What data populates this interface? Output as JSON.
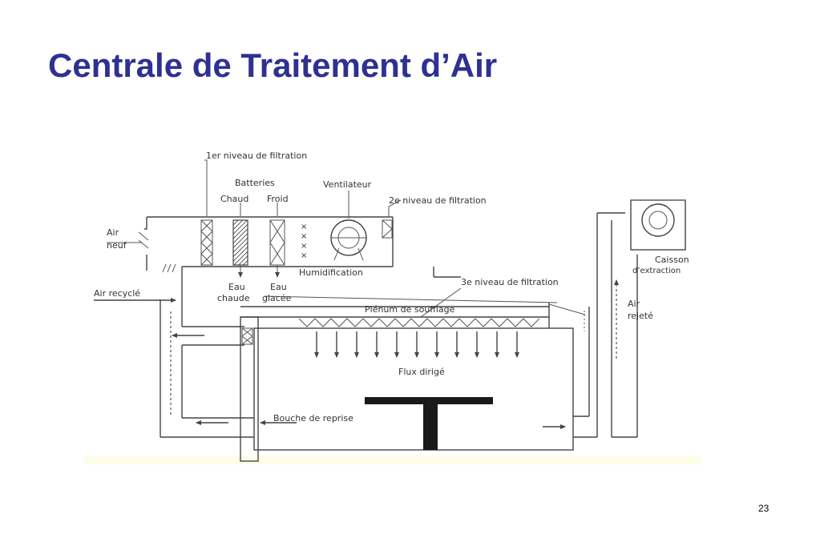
{
  "slide": {
    "title": "Centrale de Traitement d’Air",
    "page_number": "23"
  },
  "colors": {
    "title": "#2e3192",
    "figure_background": "#fdfde8",
    "line": "#444444"
  },
  "diagram": {
    "labels": {
      "filtration_1": "1er niveau de filtration",
      "batteries": "Batteries",
      "chaud": "Chaud",
      "froid": "Froid",
      "ventilateur": "Ventilateur",
      "filtration_2": "2e niveau de filtration",
      "air_neuf_1": "Air",
      "air_neuf_2": "neuf",
      "air_recycle": "Air recyclé",
      "eau_chaude_1": "Eau",
      "eau_chaude_2": "chaude",
      "eau_glacee_1": "Eau",
      "eau_glacee_2": "glacée",
      "humidification": "Humidification",
      "filtration_3": "3e niveau de filtration",
      "plenum": "Plénum de soufflage",
      "flux": "Flux dirigé",
      "bouche": "Bouche de reprise",
      "caisson_1": "Caisson",
      "caisson_2": "d’extraction",
      "air_rejete_1": "Air",
      "air_rejete_2": "rejeté"
    },
    "icons": {
      "supply_fan": "centrifugal-fan-icon",
      "extraction_fan": "centrifugal-fan-icon",
      "filter": "filter-icon",
      "heating_coil": "heating-coil-icon",
      "cooling_coil": "cooling-coil-icon",
      "humidifier": "humidifier-icon",
      "diffuser": "diffuser-icon"
    }
  }
}
